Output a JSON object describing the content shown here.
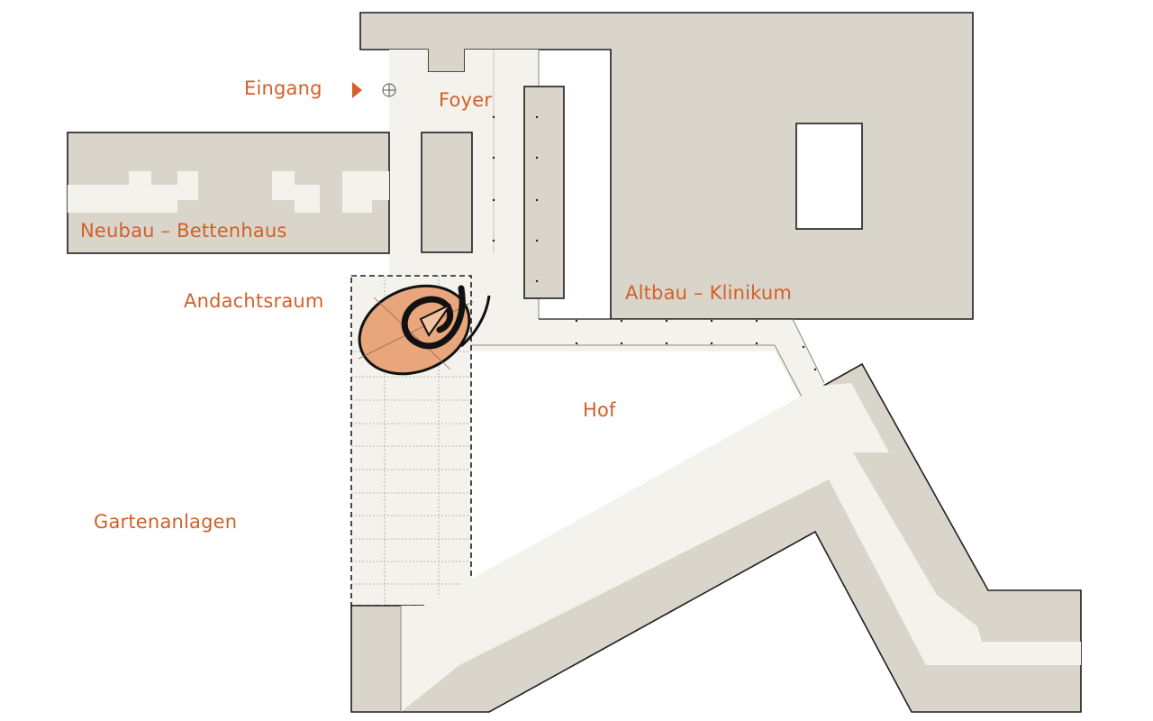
{
  "labels": {
    "entrance": "Eingang",
    "foyer": "Foyer",
    "new_building": "Neubau – Bettenhaus",
    "chapel": "Andachtsraum",
    "old_building": "Altbau – Klinikum",
    "courtyard": "Hof",
    "gardens": "Gartenanlagen"
  },
  "colors": {
    "wall_fill": "#d9d5cb",
    "corridor_fill": "#f4f2ec",
    "outline": "#1e1e1e",
    "label": "#d35f28",
    "chapel_fill": "#e9a57b",
    "chapel_stroke": "#111111",
    "background": "#ffffff"
  },
  "icons": {
    "entrance_marker": "triangle-right-icon",
    "door": "revolving-door-icon"
  }
}
